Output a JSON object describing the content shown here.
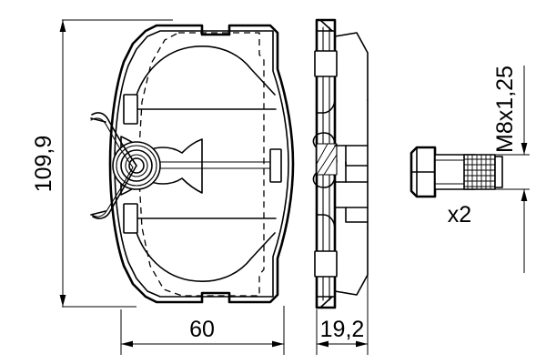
{
  "drawing": {
    "title": "Brake pad set technical drawing",
    "background_color": "#ffffff",
    "line_color": "#000000",
    "views": [
      {
        "name": "front-view",
        "label": "brake pad front view"
      },
      {
        "name": "side-view",
        "label": "brake pad side view"
      },
      {
        "name": "bolt-view",
        "label": "mounting bolt"
      }
    ]
  },
  "dimensions": {
    "height": {
      "value": "109,9",
      "orientation": "vertical",
      "view": "front-view"
    },
    "width": {
      "value": "60",
      "orientation": "horizontal",
      "view": "front-view"
    },
    "thickness": {
      "value": "19,2",
      "orientation": "horizontal",
      "view": "side-view"
    }
  },
  "bolt": {
    "thread_spec": "M8x1,25",
    "quantity": "x2"
  }
}
